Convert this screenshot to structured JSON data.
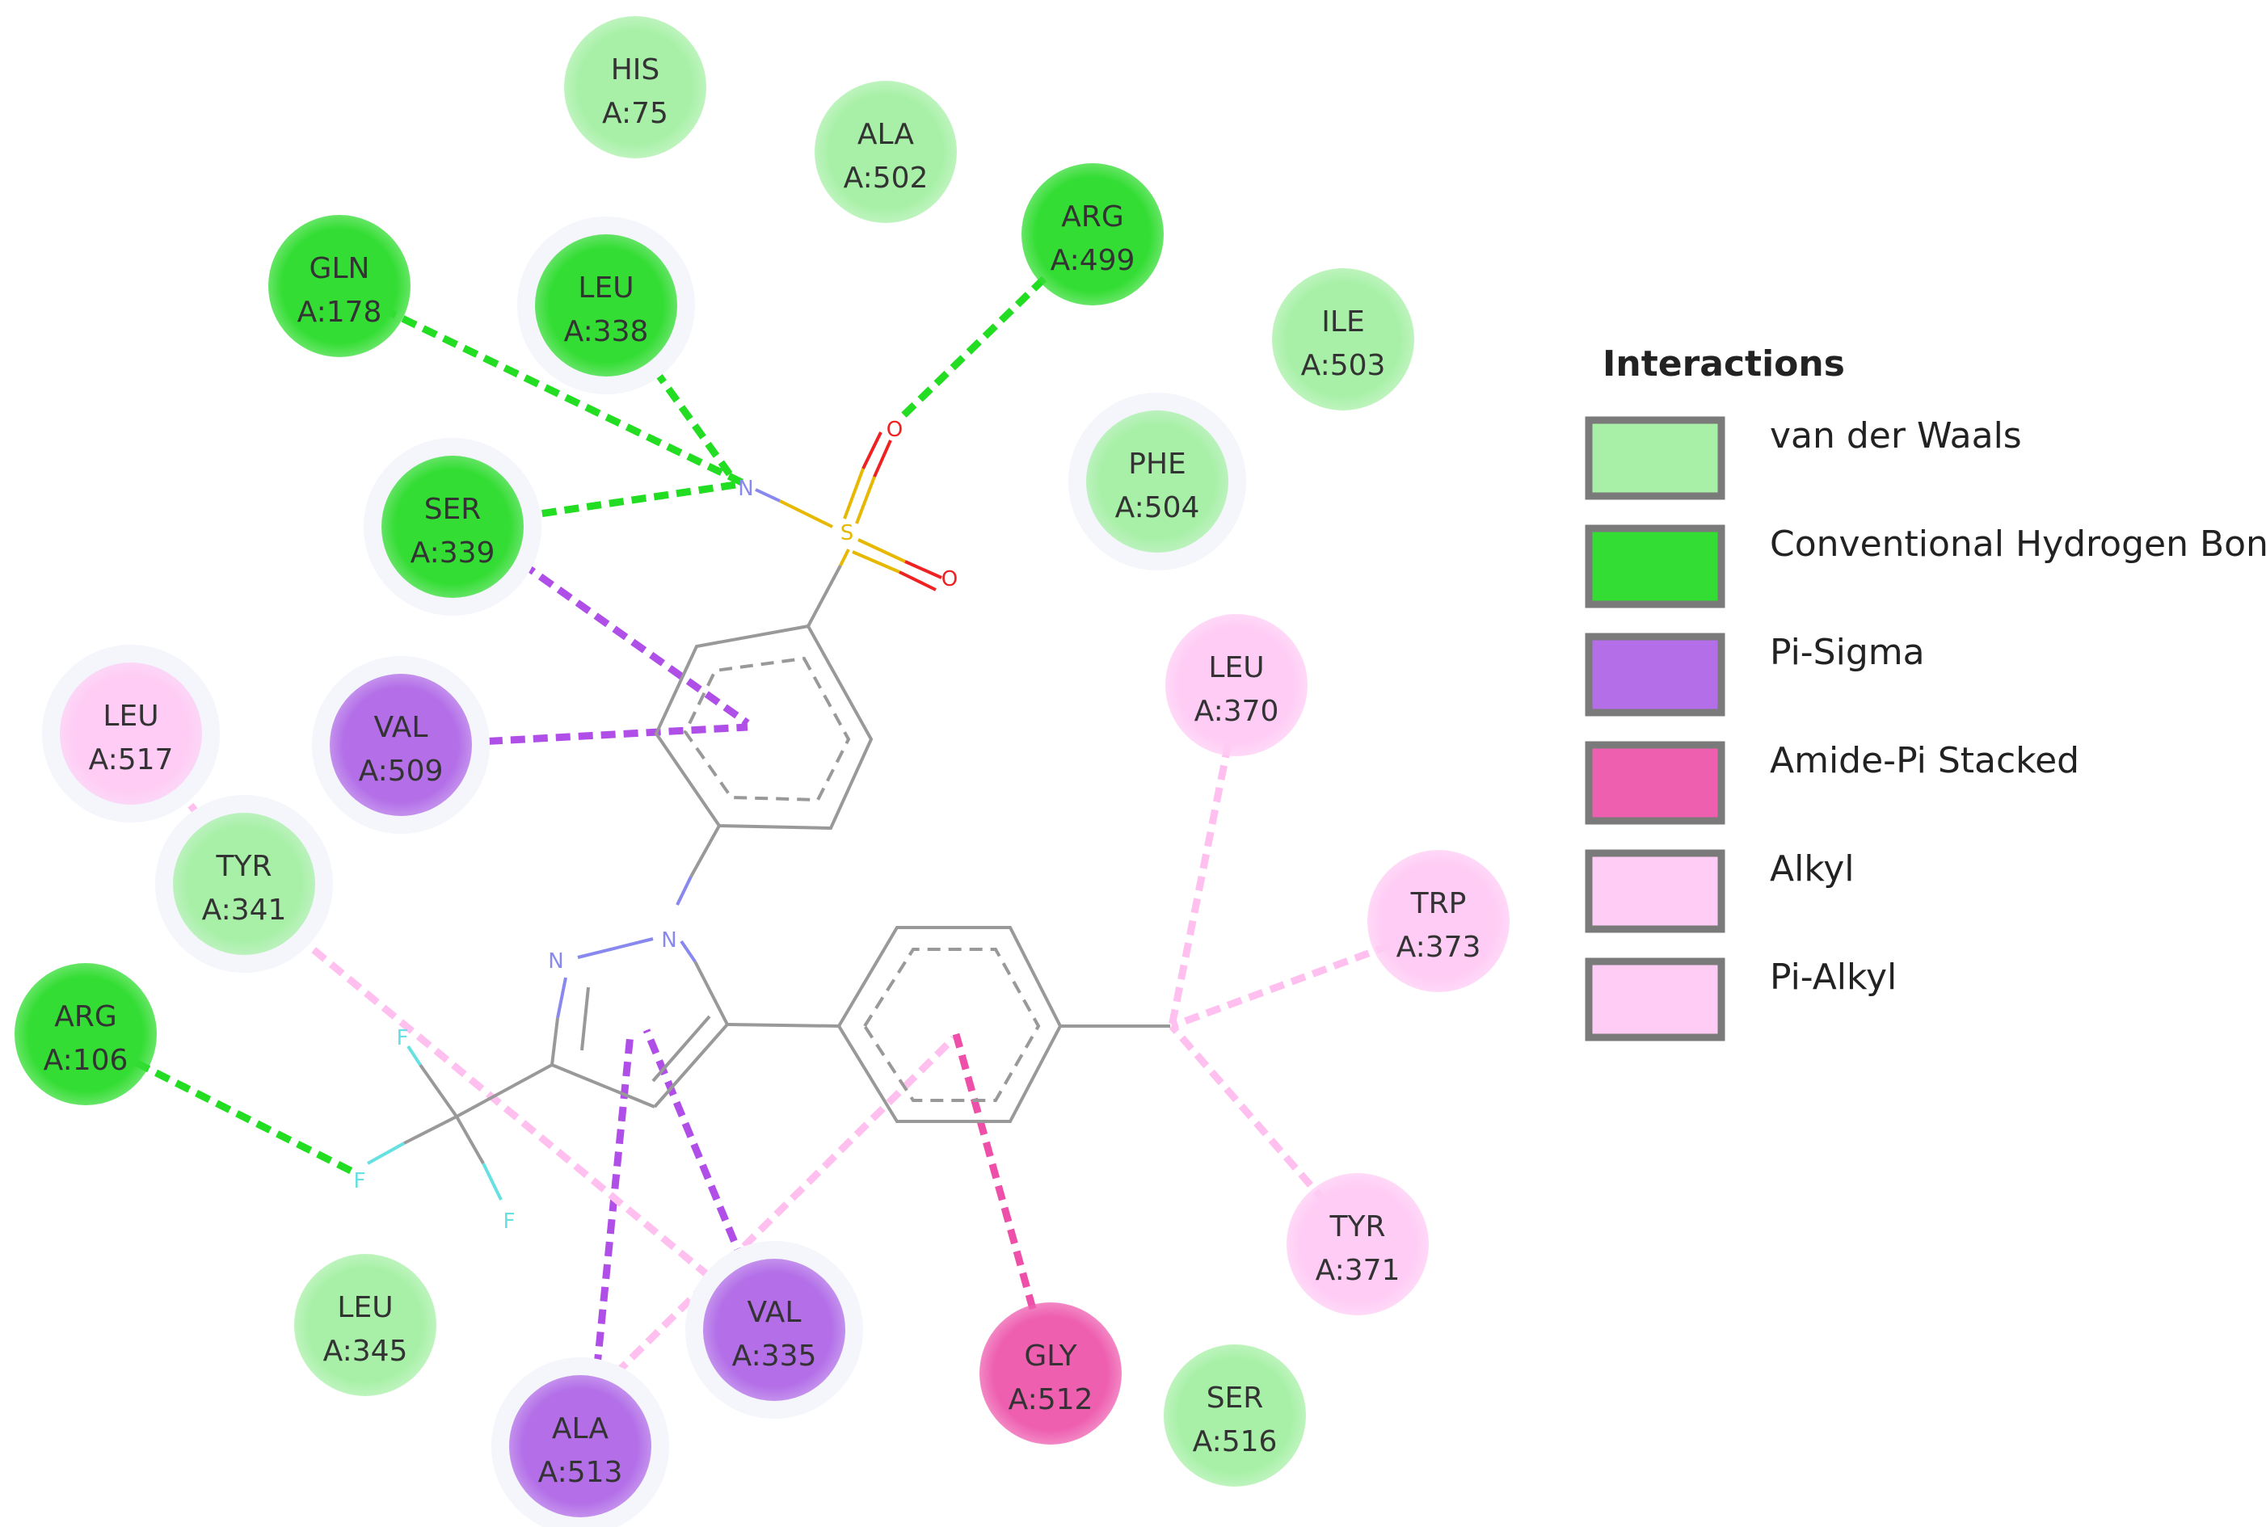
{
  "colors": {
    "van_der_waals": "#a8f0a8",
    "conventional_hydrogen_bond": "#33dd33",
    "pi_sigma": "#b36ee8",
    "amide_pi_stacked": "#ee5fb0",
    "alkyl": "#ffccf5",
    "pi_alkyl": "#ffccf5",
    "hbond_line": "#22dd22",
    "pisigma_line": "#b04ee8",
    "alkyl_line": "#ffc0f0",
    "amide_line": "#ee4fa8",
    "bond": "#999999",
    "nitrogen": "#8888ee",
    "sulfur": "#e6b800",
    "oxygen": "#ee2222",
    "fluorine": "#66e0e0"
  },
  "residues": [
    {
      "id": "his75",
      "name": "HIS",
      "chain": "A:75",
      "type": "van_der_waals"
    },
    {
      "id": "ala502",
      "name": "ALA",
      "chain": "A:502",
      "type": "van_der_waals"
    },
    {
      "id": "arg499",
      "name": "ARG",
      "chain": "A:499",
      "type": "conventional_hydrogen_bond"
    },
    {
      "id": "gln178",
      "name": "GLN",
      "chain": "A:178",
      "type": "conventional_hydrogen_bond"
    },
    {
      "id": "leu338",
      "name": "LEU",
      "chain": "A:338",
      "type": "conventional_hydrogen_bond"
    },
    {
      "id": "ile503",
      "name": "ILE",
      "chain": "A:503",
      "type": "van_der_waals"
    },
    {
      "id": "phe504",
      "name": "PHE",
      "chain": "A:504",
      "type": "van_der_waals"
    },
    {
      "id": "ser339",
      "name": "SER",
      "chain": "A:339",
      "type": "conventional_hydrogen_bond"
    },
    {
      "id": "val509",
      "name": "VAL",
      "chain": "A:509",
      "type": "pi_sigma"
    },
    {
      "id": "leu517",
      "name": "LEU",
      "chain": "A:517",
      "type": "alkyl"
    },
    {
      "id": "leu370",
      "name": "LEU",
      "chain": "A:370",
      "type": "alkyl"
    },
    {
      "id": "tyr341",
      "name": "TYR",
      "chain": "A:341",
      "type": "van_der_waals"
    },
    {
      "id": "trp373",
      "name": "TRP",
      "chain": "A:373",
      "type": "alkyl"
    },
    {
      "id": "arg106",
      "name": "ARG",
      "chain": "A:106",
      "type": "conventional_hydrogen_bond"
    },
    {
      "id": "tyr371",
      "name": "TYR",
      "chain": "A:371",
      "type": "alkyl"
    },
    {
      "id": "leu345",
      "name": "LEU",
      "chain": "A:345",
      "type": "van_der_waals"
    },
    {
      "id": "val335",
      "name": "VAL",
      "chain": "A:335",
      "type": "pi_sigma"
    },
    {
      "id": "gly512",
      "name": "GLY",
      "chain": "A:512",
      "type": "amide_pi_stacked"
    },
    {
      "id": "ser516",
      "name": "SER",
      "chain": "A:516",
      "type": "van_der_waals"
    },
    {
      "id": "ala513",
      "name": "ALA",
      "chain": "A:513",
      "type": "pi_sigma"
    }
  ],
  "atoms": {
    "n_sulfonamide": "N",
    "s": "S",
    "o1": "O",
    "o2": "O",
    "n1_pyrazole": "N",
    "n2_pyrazole": "N",
    "f1": "F",
    "f2": "F",
    "f3": "F"
  },
  "legend": {
    "title": "Interactions",
    "items": [
      {
        "label": "van der Waals",
        "type": "van_der_waals"
      },
      {
        "label": "Conventional Hydrogen Bond",
        "type": "conventional_hydrogen_bond"
      },
      {
        "label": "Pi-Sigma",
        "type": "pi_sigma"
      },
      {
        "label": "Amide-Pi Stacked",
        "type": "amide_pi_stacked"
      },
      {
        "label": "Alkyl",
        "type": "alkyl"
      },
      {
        "label": "Pi-Alkyl",
        "type": "pi_alkyl"
      }
    ]
  }
}
